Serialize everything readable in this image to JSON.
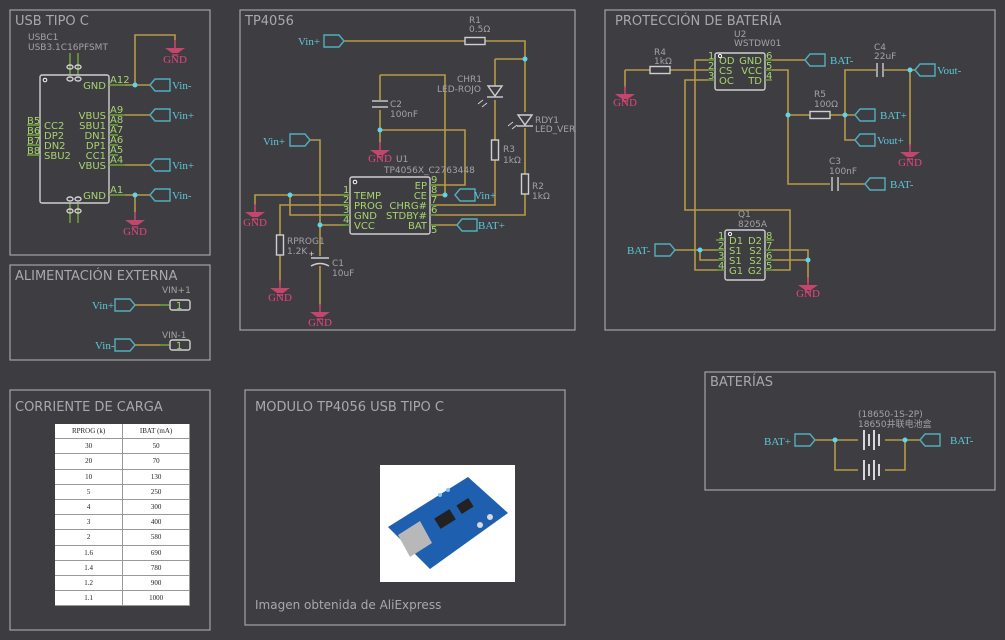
{
  "usb_panel": {
    "title": "USB TIPO C",
    "ref": "USBC1",
    "part": "USB3.1C16PFSMT",
    "pins_right": [
      {
        "num": "A12",
        "name": "GND"
      },
      {
        "num": "A9",
        "name": "VBUS"
      },
      {
        "num": "A8",
        "name": "SBU1"
      },
      {
        "num": "A7",
        "name": "DN1"
      },
      {
        "num": "A6",
        "name": "DP1"
      },
      {
        "num": "A5",
        "name": "CC1"
      },
      {
        "num": "A4",
        "name": "VBUS"
      },
      {
        "num": "A1",
        "name": "GND"
      }
    ],
    "pins_left": [
      {
        "num": "B5",
        "name": "CC2"
      },
      {
        "num": "B6",
        "name": "DP2"
      },
      {
        "num": "B7",
        "name": "DN2"
      },
      {
        "num": "B8",
        "name": "SBU2"
      }
    ],
    "nets": [
      "Vin-",
      "Vin+",
      "Vin+",
      "Vin-"
    ],
    "gnd": "GND"
  },
  "ext_panel": {
    "title": "ALIMENTACIÓN EXTERNA",
    "connectors": [
      {
        "ref": "VIN+1",
        "net": "Vin+",
        "pin": "1"
      },
      {
        "ref": "VIN-1",
        "net": "Vin-",
        "pin": "1"
      }
    ]
  },
  "tp_panel": {
    "title": "TP4056",
    "r1": {
      "ref": "R1",
      "value": "0.5Ω"
    },
    "chr1": {
      "ref": "CHR1",
      "value": "LED-ROJO"
    },
    "rdy1": {
      "ref": "RDY1",
      "value": "LED_VER"
    },
    "r3": {
      "ref": "R3",
      "value": "1kΩ"
    },
    "r2": {
      "ref": "R2",
      "value": "1kΩ"
    },
    "c2": {
      "ref": "C2",
      "value": "100nF"
    },
    "c1": {
      "ref": "C1",
      "value": "10uF"
    },
    "rprog": {
      "ref": "RPROG1",
      "value": "1.2K"
    },
    "u1": {
      "ref": "U1",
      "part": "TP4056X_C2763448"
    },
    "pins_left": [
      {
        "num": "1",
        "name": "TEMP"
      },
      {
        "num": "2",
        "name": "PROG"
      },
      {
        "num": "3",
        "name": "GND"
      },
      {
        "num": "4",
        "name": "VCC"
      }
    ],
    "pins_right": [
      {
        "num": "9",
        "name": "EP"
      },
      {
        "num": "8",
        "name": "CE"
      },
      {
        "num": "7",
        "name": "CHRG#"
      },
      {
        "num": "6",
        "name": "STDBY#"
      },
      {
        "num": "5",
        "name": "BAT"
      }
    ],
    "nets": {
      "vin_top": "Vin+",
      "vin_left": "Vin+",
      "vin_ce": "Vin+",
      "bat": "BAT+"
    },
    "gnd": "GND"
  },
  "prot_panel": {
    "title": "PROTECCIÓN DE BATERÍA",
    "u2": {
      "ref": "U2",
      "part": "WSTDW01"
    },
    "u2_pins_left": [
      {
        "num": "1",
        "name": "OD"
      },
      {
        "num": "2",
        "name": "CS"
      },
      {
        "num": "3",
        "name": "OC"
      }
    ],
    "u2_pins_right": [
      {
        "num": "6",
        "name": "GND"
      },
      {
        "num": "5",
        "name": "VCC"
      },
      {
        "num": "4",
        "name": "TD"
      }
    ],
    "r4": {
      "ref": "R4",
      "value": "1kΩ"
    },
    "r5": {
      "ref": "R5",
      "value": "100Ω"
    },
    "c4": {
      "ref": "C4",
      "value": "22uF"
    },
    "c3": {
      "ref": "C3",
      "value": "100nF"
    },
    "q1": {
      "ref": "Q1",
      "part": "8205A"
    },
    "q1_pins_left": [
      {
        "num": "1",
        "name": "D1"
      },
      {
        "num": "2",
        "name": "S1"
      },
      {
        "num": "3",
        "name": "S1"
      },
      {
        "num": "4",
        "name": "G1"
      }
    ],
    "q1_pins_right": [
      {
        "num": "8",
        "name": "D2"
      },
      {
        "num": "7",
        "name": "S2"
      },
      {
        "num": "6",
        "name": "S2"
      },
      {
        "num": "5",
        "name": "G2"
      }
    ],
    "nets": {
      "gnd_pin": "BAT-",
      "bat_plus": "BAT+",
      "vout_plus": "Vout+",
      "vout_minus": "Vout-",
      "c3_net": "BAT-",
      "q1_in": "BAT-"
    },
    "gnd": "GND"
  },
  "current_panel": {
    "title": "CORRIENTE DE CARGA",
    "table": {
      "headers": [
        "RPROG (k)",
        "IBAT (mA)"
      ],
      "rows": [
        [
          "30",
          "50"
        ],
        [
          "20",
          "70"
        ],
        [
          "10",
          "130"
        ],
        [
          "5",
          "250"
        ],
        [
          "4",
          "300"
        ],
        [
          "3",
          "400"
        ],
        [
          "2",
          "580"
        ],
        [
          "1.6",
          "690"
        ],
        [
          "1.4",
          "780"
        ],
        [
          "1.2",
          "900"
        ],
        [
          "1.1",
          "1000"
        ]
      ]
    }
  },
  "module_panel": {
    "title": "MODULO TP4056 USB TIPO C",
    "caption": "Imagen obtenida de AliExpress"
  },
  "batt_panel": {
    "title": "BATERÍAS",
    "ref": "(18650-1S-2P)",
    "part": "18650井联电池盒",
    "nets": {
      "plus": "BAT+",
      "minus": "BAT-"
    }
  },
  "colors": {
    "background": "#3d3c41",
    "wire": "#b79a45",
    "pin": "#6f9e3c",
    "net_label": "#5cc8d8",
    "gnd": "#e0477b",
    "junction": "#5ed6ea"
  }
}
